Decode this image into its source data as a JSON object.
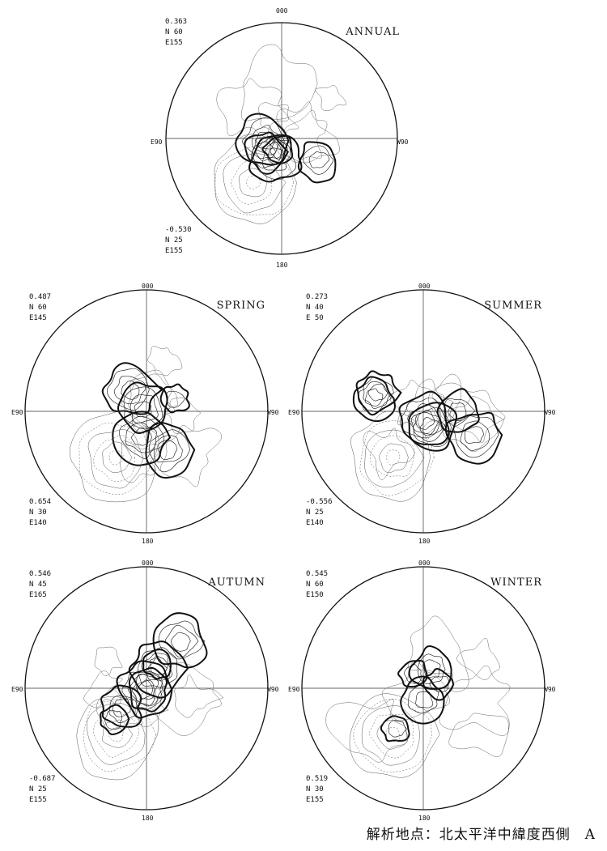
{
  "panels": [
    {
      "tag": "ANNUAL",
      "max": {
        "v": "0.363",
        "n": "N 60",
        "e": "E155"
      },
      "min": {
        "v": "-0.530",
        "n": "N 25",
        "e": "E155"
      },
      "top": "000",
      "bottom": "180",
      "left": "E90",
      "right": "W90"
    },
    {
      "tag": "SPRING",
      "max": {
        "v": "0.487",
        "n": "N 60",
        "e": "E145"
      },
      "min": {
        "v": "0.654",
        "n": "N 30",
        "e": "E140"
      },
      "top": "000",
      "bottom": "180",
      "left": "E90",
      "right": "W90"
    },
    {
      "tag": "SUMMER",
      "max": {
        "v": "0.273",
        "n": "N 40",
        "e": "E 50"
      },
      "min": {
        "v": "-0.556",
        "n": "N 25",
        "e": "E140"
      },
      "top": "000",
      "bottom": "180",
      "left": "E90",
      "right": "W90"
    },
    {
      "tag": "AUTUMN",
      "max": {
        "v": "0.546",
        "n": "N 45",
        "e": "E165"
      },
      "min": {
        "v": "-0.687",
        "n": "N 25",
        "e": "E155"
      },
      "top": "000",
      "bottom": "180",
      "left": "E90",
      "right": "W90"
    },
    {
      "tag": "WINTER",
      "max": {
        "v": "0.545",
        "n": "N 60",
        "e": "E150"
      },
      "min": {
        "v": "0.519",
        "n": "N 30",
        "e": "E155"
      },
      "top": "000",
      "bottom": "180",
      "left": "E90",
      "right": "W90"
    }
  ],
  "caption": "解析地点：北太平洋中緯度西側　A"
}
